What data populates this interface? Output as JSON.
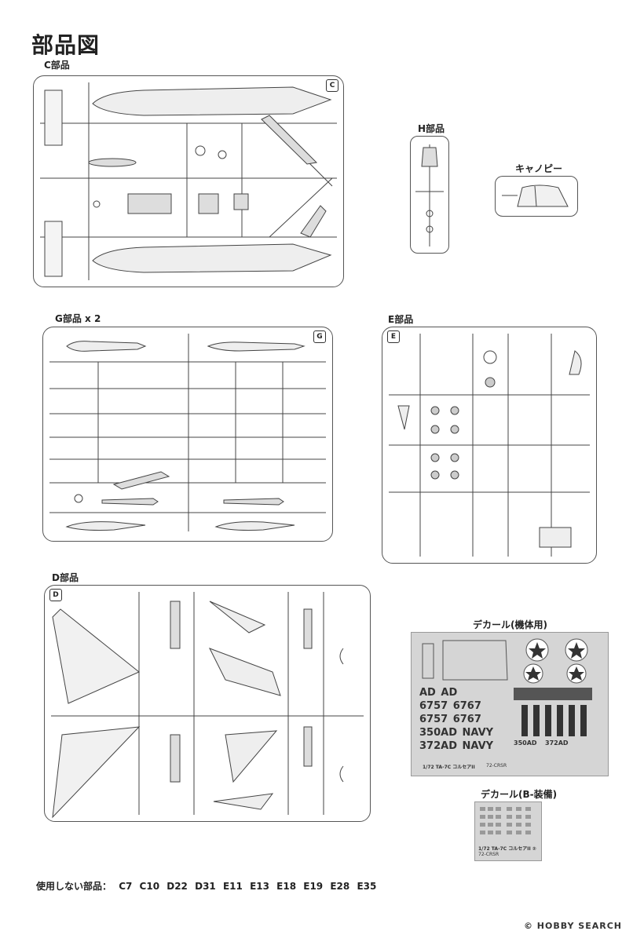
{
  "page": {
    "title": "部品図"
  },
  "sections": {
    "c": {
      "label": "C部品",
      "tag": "C"
    },
    "h": {
      "label": "H部品"
    },
    "canopy": {
      "label": "キャノピー"
    },
    "g": {
      "label": "G部品 x 2",
      "tag": "G"
    },
    "e": {
      "label": "E部品",
      "tag": "E"
    },
    "d": {
      "label": "D部品",
      "tag": "D"
    },
    "decal_body": {
      "label": "デカール(機体用)",
      "caption": "1/72 TA-7C コルセアII",
      "code": "72-CRSR",
      "markings": [
        "6757",
        "6767",
        "6757",
        "6767",
        "350AD",
        "372AD",
        "350AD",
        "372AD",
        "NAVY",
        "NAVY",
        "AD",
        "AD"
      ]
    },
    "decal_b": {
      "label": "デカール(B-装備)",
      "caption": "1/72 TA-7C コルセアII ②",
      "code": "72-CRSR"
    }
  },
  "unused_parts": {
    "label": "使用しない部品：",
    "parts": [
      "C7",
      "C10",
      "D22",
      "D31",
      "E11",
      "E13",
      "E18",
      "E19",
      "E28",
      "E35"
    ]
  },
  "footer": {
    "watermark": "© HOBBY SEARCH"
  }
}
